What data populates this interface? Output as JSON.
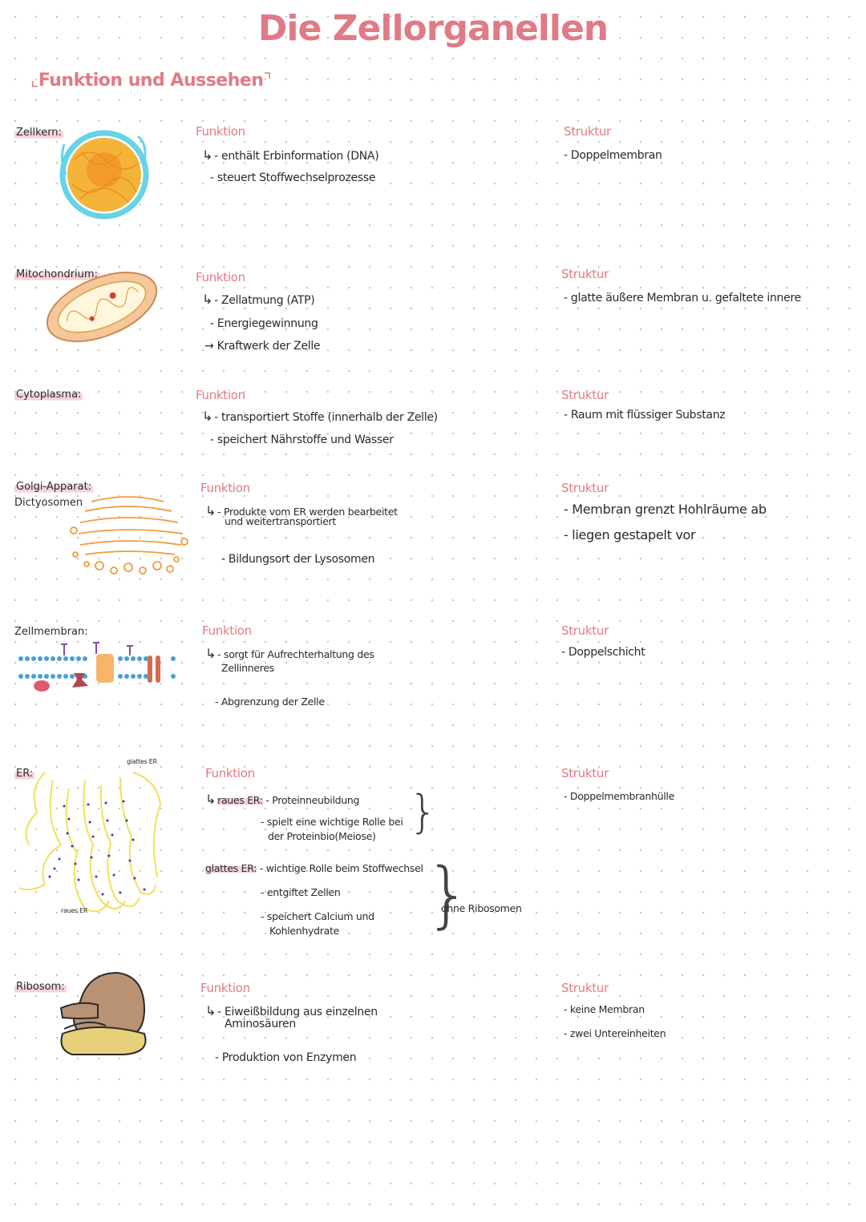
{
  "title": "Die Zellorganellen",
  "subtitle": "Funktion und Aussehen",
  "headings": {
    "funktion": "Funktion",
    "struktur": "Struktur"
  },
  "zellkern": {
    "label": "Zellkern:",
    "funktion": [
      "- enthält Erbinformation (DNA)",
      "- steuert Stoffwechselprozesse"
    ],
    "struktur": [
      "- Doppelmembran"
    ]
  },
  "mitochondrium": {
    "label": "Mitochondrium:",
    "funktion": [
      "- Zellatmung (ATP)",
      "- Energiegewinnung",
      "→ Kraftwerk der Zelle"
    ],
    "struktur": [
      "- glatte äußere Membran u. gefaltete innere"
    ]
  },
  "cytoplasma": {
    "label": "Cytoplasma:",
    "funktion": [
      "- transportiert Stoffe (innerhalb der Zelle)",
      "- speichert Nährstoffe und Wasser"
    ],
    "struktur": [
      "- Raum mit flüssiger Substanz"
    ]
  },
  "golgi": {
    "label": "Golgi-Apparat:",
    "label2": "Dictyosomen",
    "funktion": [
      "- Produkte vom ER werden bearbeitet",
      "und weitertransportiert",
      "- Bildungsort der Lysosomen"
    ],
    "struktur": [
      "- Membran grenzt Hohlräume ab",
      "- liegen gestapelt vor"
    ]
  },
  "zellmembran": {
    "label": "Zellmembran:",
    "funktion": [
      "- sorgt für Aufrechterhaltung des",
      "Zellinneres",
      "- Abgrenzung der Zelle"
    ],
    "struktur": [
      "- Doppelschicht"
    ]
  },
  "er": {
    "label": "ER:",
    "img_label_glatt": "glattes ER",
    "img_label_raues": "raues ER",
    "raues_label": "raues ER:",
    "raues": [
      "- Proteinneubildung",
      "- spielt eine wichtige Rolle bei",
      "der Proteinbio(Meiose)"
    ],
    "glattes_label": "glattes ER:",
    "glattes": [
      "- wichtige Rolle beim Stoffwechsel",
      "- entgiftet Zellen",
      "- speichert Calcium und",
      "Kohlenhydrate"
    ],
    "ohne": "ohne Ribosomen",
    "struktur": [
      "- Doppelmembranhülle"
    ]
  },
  "ribosom": {
    "label": "Ribosom:",
    "funktion": [
      "- Eiweißbildung aus einzelnen",
      "Aminosäuren",
      "- Produktion von Enzymen"
    ],
    "struktur": [
      "- keine Membran",
      "- zwei Untereinheiten"
    ]
  },
  "colors": {
    "accent": "#e07b86",
    "highlight": "#f6d3d8",
    "orange": "#f4a935",
    "cyan": "#66d3e6",
    "yellow": "#f2df5a",
    "blue": "#2d3fb5",
    "brown": "#b89273"
  }
}
